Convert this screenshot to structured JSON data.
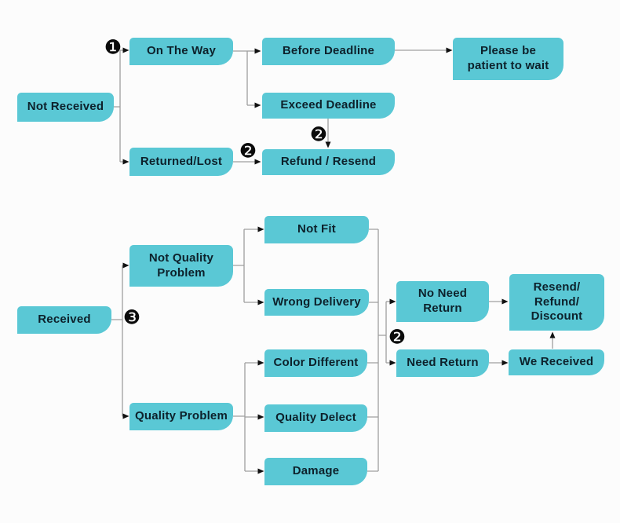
{
  "diagram": {
    "type": "flowchart",
    "topic": "order-dispute-resolution",
    "colors": {
      "node_fill": "#5AC8D5",
      "node_text": "#0D212B",
      "connector_line": "#9E9E9E",
      "arrowhead": "#111111",
      "badge": "#0B0B0B",
      "background": "#FCFCFC"
    },
    "nodes": [
      {
        "id": "not-received",
        "label": "Not Received"
      },
      {
        "id": "on-the-way",
        "label": "On The Way"
      },
      {
        "id": "before-deadline",
        "label": "Before Deadline"
      },
      {
        "id": "please-wait",
        "label": "Please be\npatient to wait"
      },
      {
        "id": "exceed-deadline",
        "label": "Exceed Deadline"
      },
      {
        "id": "returned-lost",
        "label": "Returned/Lost"
      },
      {
        "id": "refund-resend",
        "label": "Refund / Resend"
      },
      {
        "id": "received",
        "label": "Received"
      },
      {
        "id": "not-quality-problem",
        "label": "Not Quality\nProblem"
      },
      {
        "id": "quality-problem",
        "label": "Quality Problem"
      },
      {
        "id": "not-fit",
        "label": "Not Fit"
      },
      {
        "id": "wrong-delivery",
        "label": "Wrong Delivery"
      },
      {
        "id": "color-different",
        "label": "Color Different"
      },
      {
        "id": "quality-delect",
        "label": "Quality Delect"
      },
      {
        "id": "damage",
        "label": "Damage"
      },
      {
        "id": "no-need-return",
        "label": "No Need\nReturn"
      },
      {
        "id": "need-return",
        "label": "Need Return"
      },
      {
        "id": "we-received",
        "label": "We Received"
      },
      {
        "id": "resend-refund-discount",
        "label": "Resend/\nRefund/\nDiscount"
      }
    ],
    "badges": [
      {
        "id": "step-1",
        "symbol": "❶"
      },
      {
        "id": "step-2-returned-lost",
        "symbol": "❷"
      },
      {
        "id": "step-2-exceed-deadline",
        "symbol": "❷"
      },
      {
        "id": "step-2-return-branch",
        "symbol": "❷"
      },
      {
        "id": "step-3",
        "symbol": "❸"
      }
    ],
    "edges": [
      "Not Received -> On The Way",
      "Not Received -> Returned/Lost",
      "On The Way -> Before Deadline",
      "On The Way -> Exceed Deadline",
      "Before Deadline -> Please be patient to wait",
      "Exceed Deadline -> Refund / Resend",
      "Returned/Lost -> Refund / Resend",
      "Received -> Not Quality Problem",
      "Received -> Quality Problem",
      "Not Quality Problem -> Not Fit",
      "Not Quality Problem -> Wrong Delivery",
      "Quality Problem -> Color Different",
      "Quality Problem -> Quality Delect",
      "Quality Problem -> Damage",
      "Not Fit, Wrong Delivery, Color Different, Quality Delect, Damage -> No Need Return",
      "Not Fit, Wrong Delivery, Color Different, Quality Delect, Damage -> Need Return",
      "No Need Return -> Resend/Refund/Discount",
      "Need Return -> We Received",
      "We Received -> Resend/Refund/Discount"
    ]
  }
}
